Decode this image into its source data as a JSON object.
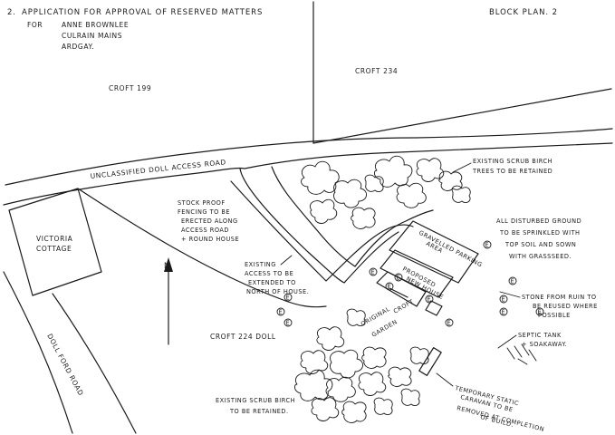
{
  "header": {
    "title_number": "2.",
    "title_line1": "APPLICATION FOR APPROVAL OF RESERVED MATTERS",
    "title_for": "FOR",
    "applicant": "ANNE BROWNLEE",
    "address_line1": "CULRAIN MAINS",
    "address_line2": "ARDGAY.",
    "sheet_label": "BLOCK PLAN. 2"
  },
  "labels": {
    "croft_199": "CROFT 199",
    "croft_234_top": "CROFT 234",
    "access_road": "UNCLASSIFIED DOLL ACCESS ROAD",
    "victoria_cottage_1": "VICTORIA",
    "victoria_cottage_2": "COTTAGE",
    "croft_224_doll": "CROFT 224 DOLL",
    "doll_ford_road": "DOLL FORD ROAD",
    "north_arrow": "N",
    "proposed_house_1": "PROPOSED",
    "proposed_house_2": "NEW HOUSE",
    "gravelled_parking_1": "GRAVELLED PARKING",
    "gravelled_parking_2": "AREA",
    "original_croft_1": "ORIGINAL",
    "original_croft_2": "CROFT",
    "original_croft_3": "GARDEN"
  },
  "notes": {
    "scrub_birch_top": [
      "EXISTING SCRUB BIRCH",
      "TREES TO BE RETAINED"
    ],
    "stock_proof": [
      "STOCK PROOF",
      "FENCING TO BE",
      "ERECTED ALONG",
      "ACCESS ROAD",
      "+ ROUND HOUSE"
    ],
    "existing_access": [
      "EXISTING",
      "ACCESS TO BE",
      "EXTENDED TO",
      "NORTH OF HOUSE."
    ],
    "disturbed_ground": [
      "ALL DISTURBED GROUND",
      "TO BE SPRINKLED WITH",
      "TOP SOIL AND SOWN",
      "WITH GRASSSEED."
    ],
    "stone_from_ruin": [
      "STONE FROM RUIN TO",
      "BE REUSED WHERE",
      "POSSIBLE"
    ],
    "septic_tank": [
      "SEPTIC TANK",
      "+ SOAKAWAY."
    ],
    "temporary_caravan": [
      "TEMPORARY STATIC",
      "CARAVAN TO BE",
      "REMOVED AT COMPLETION",
      "OF BUILD."
    ],
    "scrub_birch_bottom": [
      "EXISTING SCRUB BIRCH",
      "TO BE RETAINED."
    ]
  },
  "tree_tags": [
    "E",
    "E",
    "E",
    "E",
    "E",
    "E",
    "E",
    "E",
    "E",
    "E",
    "E",
    "E",
    "E"
  ]
}
